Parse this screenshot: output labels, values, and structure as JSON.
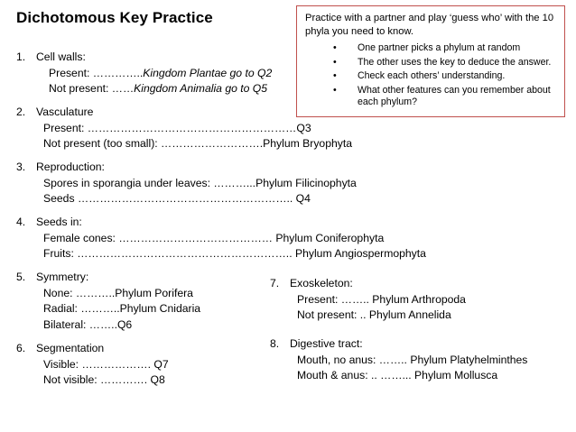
{
  "title": "Dichotomous Key Practice",
  "note": {
    "intro": "Practice with a partner and play ‘guess who’ with the 10 phyla you need to know.",
    "bullet_glyph": "•",
    "bullets": [
      "One partner picks a phylum at random",
      "The other uses the key to deduce the answer.",
      "Check each others’ understanding.",
      "What other features can you remember about each phylum?"
    ]
  },
  "sections": [
    {
      "number": "1.",
      "heading": "Cell walls:",
      "lines": [
        {
          "prefix": "Present: …………..",
          "result": "Kingdom Plantae go to  Q2"
        },
        {
          "prefix": "Not present: ……",
          "result": "Kingdom Animalia go to Q5"
        }
      ]
    },
    {
      "number": "2.",
      "heading": "Vasculature",
      "lines": [
        "Present:  …………………………………………………Q3",
        "Not present (too small): ……………………….Phylum Bryophyta"
      ]
    },
    {
      "number": "3.",
      "heading": "Reproduction:",
      "lines": [
        "Spores in sporangia under leaves:  ………...Phylum Filicinophyta",
        "Seeds ………………………………………………….. Q4"
      ]
    },
    {
      "number": "4.",
      "heading": "Seeds in:",
      "lines": [
        "Female cones:  …………………………………… Phylum Coniferophyta",
        "Fruits: ………………………………………………….. Phylum Angiospermophyta"
      ]
    },
    {
      "number": "5.",
      "heading": "Symmetry:",
      "lines": [
        "None:  ………..Phylum Porifera",
        "Radial: ………..Phylum Cnidaria",
        "Bilateral: ……..Q6"
      ]
    },
    {
      "number": "6.",
      "heading": "Segmentation",
      "lines": [
        "Visible:  ………………. Q7",
        "Not visible: …………. Q8"
      ]
    },
    {
      "number": "7.",
      "heading": "Exoskeleton:",
      "lines": [
        "Present: …….. Phylum Arthropoda",
        "Not present: .. Phylum Annelida"
      ]
    },
    {
      "number": "8.",
      "heading": "Digestive tract:",
      "lines": [
        "Mouth, no anus: …….. Phylum Platyhelminthes",
        "Mouth & anus: .. ……... Phylum Mollusca"
      ]
    }
  ]
}
